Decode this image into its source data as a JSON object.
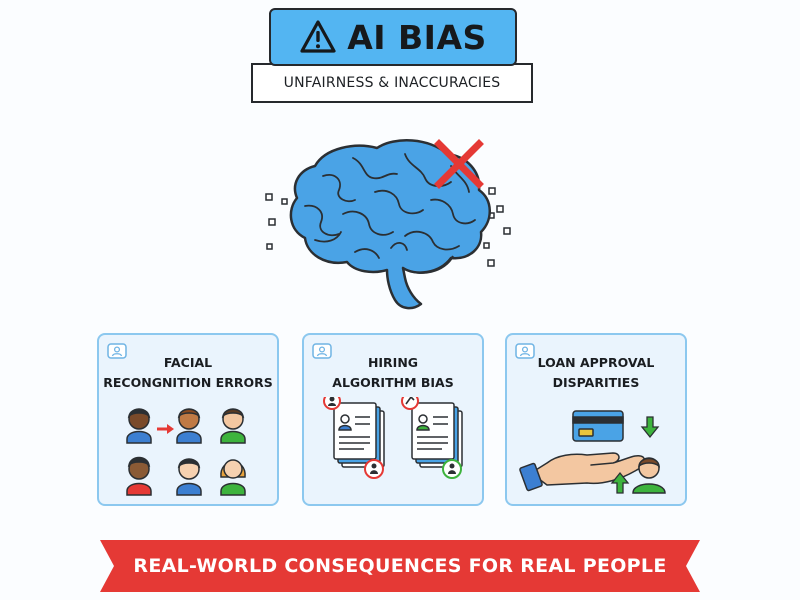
{
  "header": {
    "title": "AI BIAS",
    "title_icon": "warning-triangle-icon",
    "subtitle": "UNFAIRNESS & INACCURACIES"
  },
  "illustration": {
    "main": "brain-icon",
    "overlay": "red-x-icon"
  },
  "cards": [
    {
      "title_lines": [
        "FACIAL",
        "RECONGNITION ERRORS"
      ],
      "badge_icon": "user-badge-icon",
      "art": "faces-grid-illustration"
    },
    {
      "title_lines": [
        "HIRING",
        "ALGORITHM BIAS"
      ],
      "badge_icon": "user-badge-icon",
      "art": "resume-documents-illustration"
    },
    {
      "title_lines": [
        "LOAN APPROVAL",
        "DISPARITIES"
      ],
      "badge_icon": "user-badge-icon",
      "art": "credit-card-hand-illustration"
    }
  ],
  "banner": {
    "text": "REAL-WORLD CONSEQUENCES FOR REAL PEOPLE"
  },
  "colors": {
    "title_bg": "#53b5f2",
    "brain": "#4aa3e6",
    "card_bg": "#eaf4fd",
    "card_border": "#8cc8ef",
    "banner": "#e53935",
    "cross": "#e53935",
    "arrow_green": "#3db33d"
  }
}
